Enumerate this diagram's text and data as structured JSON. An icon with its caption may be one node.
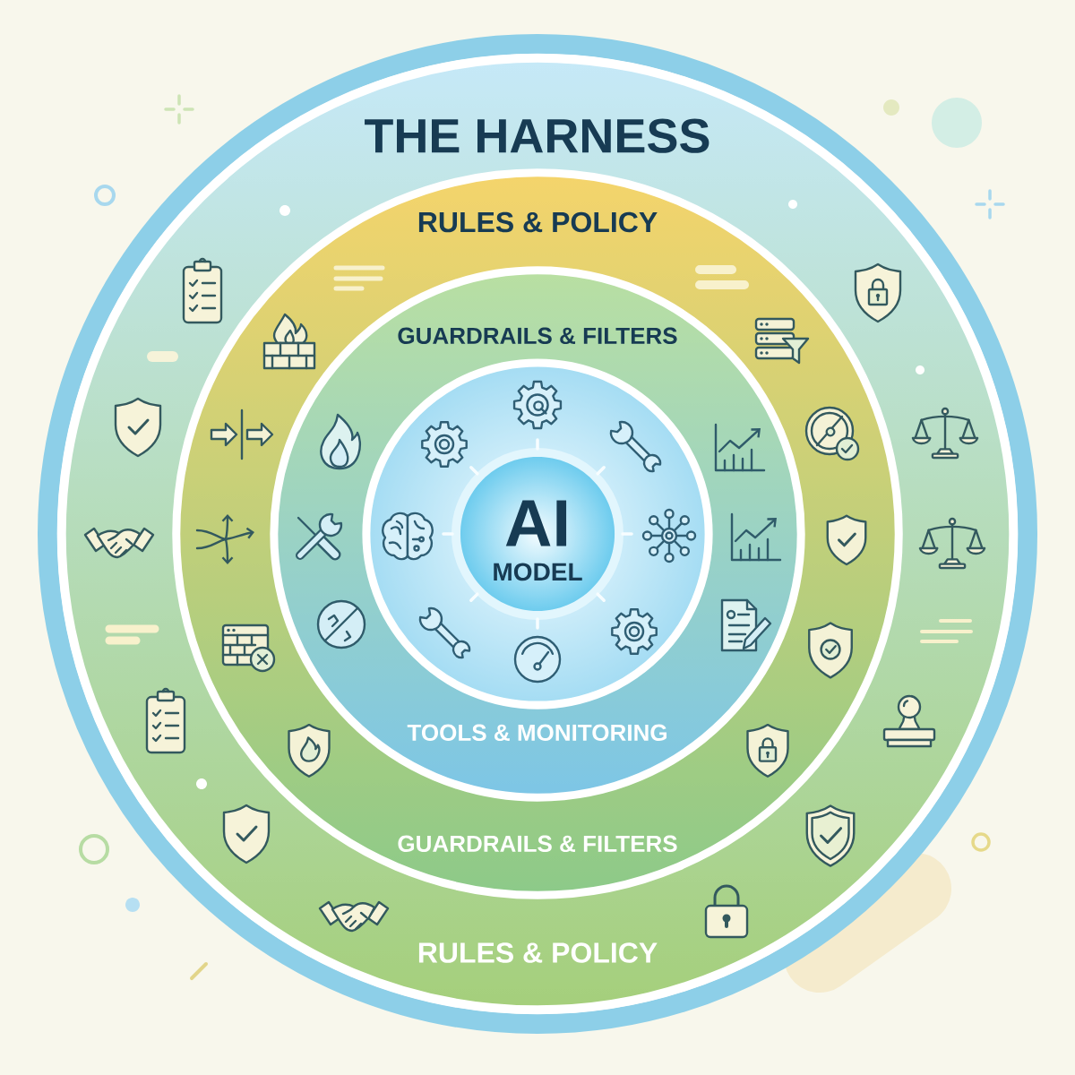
{
  "diagram": {
    "nodes": [
      {
        "text": [
          "THE HARNESS",
          "RULES & POLICY"
        ]
      },
      {
        "text": [
          "RULES & POLICY",
          "GUARDRAILS & FILTERS"
        ],
        "in": 0
      },
      {
        "text": [
          "GUARDRAILS & FILTERS",
          "TOOLS & MONITORING"
        ],
        "in": 1
      },
      {
        "text": [],
        "shape": "circle",
        "in": 2
      },
      {
        "text": [
          "AI",
          "MODEL"
        ],
        "in": 3
      }
    ]
  }
}
